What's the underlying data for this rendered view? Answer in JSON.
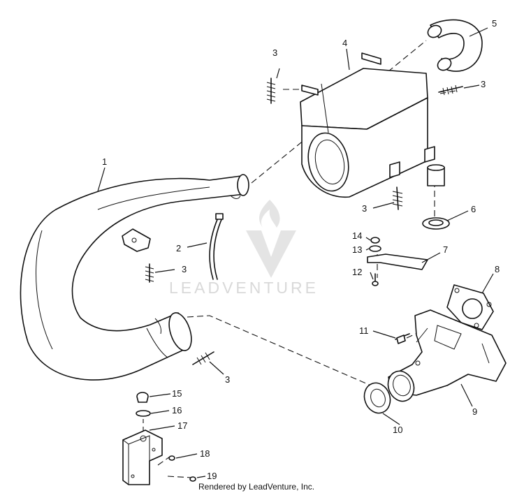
{
  "watermark": {
    "brand_text": "LEADVENTURE",
    "logo_icon": "flame-v-logo-icon"
  },
  "callouts": {
    "c1": "1",
    "c2": "2",
    "c3a": "3",
    "c3b": "3",
    "c3c": "3",
    "c3d": "3",
    "c3e": "3",
    "c4": "4",
    "c5": "5",
    "c6": "6",
    "c7": "7",
    "c8": "8",
    "c9": "9",
    "c10": "10",
    "c11": "11",
    "c12": "12",
    "c13": "13",
    "c14": "14",
    "c15": "15",
    "c16": "16",
    "c17": "17",
    "c18": "18",
    "c19": "19"
  },
  "footer": {
    "credit": "Rendered by LeadVenture, Inc."
  }
}
